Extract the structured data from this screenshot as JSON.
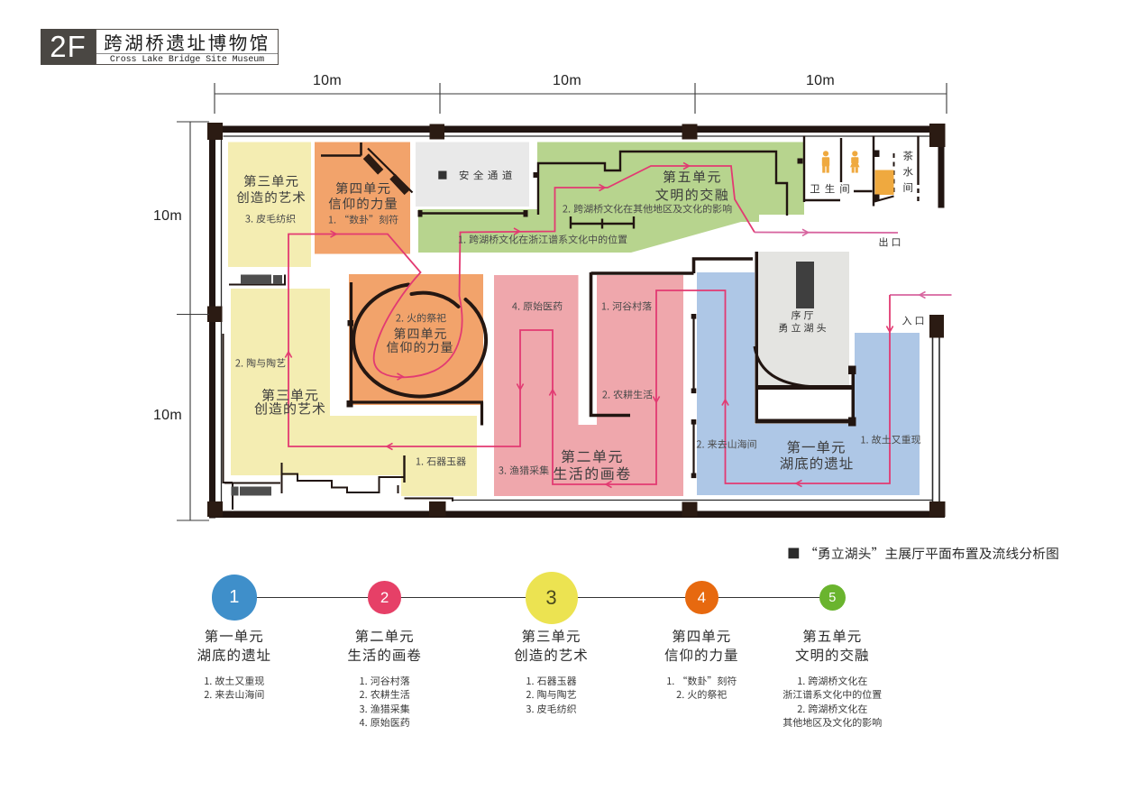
{
  "title_block": {
    "floor_label": "2F",
    "museum_name_zh": "跨湖桥遗址博物馆",
    "museum_name_en": "Cross Lake Bridge Site Museum"
  },
  "scale_bar": {
    "top_segments": [
      "10m",
      "10m",
      "10m"
    ],
    "left_segments": [
      "10m",
      "10m"
    ]
  },
  "plan": {
    "zones": [
      {
        "id": "unit1",
        "number": "1",
        "title": "第一单元",
        "subtitle": "湖底的遗址",
        "color": "#aec7e6",
        "items": [
          "1. 故土又重现",
          "2. 来去山海间"
        ]
      },
      {
        "id": "unit2",
        "number": "2",
        "title": "第二单元",
        "subtitle": "生活的画卷",
        "color": "#efa7ac",
        "items": [
          "1. 河谷村落",
          "2. 农耕生活",
          "3. 渔猎采集",
          "4. 原始医药"
        ]
      },
      {
        "id": "unit3",
        "number": "3",
        "title": "第三单元",
        "subtitle": "创造的艺术",
        "color": "#f4edb2",
        "items": [
          "1. 石器玉器",
          "2. 陶与陶艺",
          "3. 皮毛纺织"
        ]
      },
      {
        "id": "unit4",
        "number": "4",
        "title": "第四单元",
        "subtitle": "信仰的力量",
        "color": "#f2a36b",
        "items": [
          "1. “数卦”刻符",
          "2. 火的祭祀"
        ]
      },
      {
        "id": "unit5",
        "number": "5",
        "title": "第五单元",
        "subtitle": "文明的交融",
        "color": "#b7d48e",
        "items": [
          "1. 跨湖桥文化在浙江谱系文化中的位置",
          "2. 跨湖桥文化在其他地区及文化的影响"
        ]
      }
    ],
    "rooms": {
      "safety_corridor": "■ 安全通道",
      "prologue_hall_line1": "序 厅",
      "prologue_hall_line2": "勇 立 湖 头",
      "restroom": "卫生间",
      "tea_room": "茶水间",
      "exit": "出 口",
      "entrance": "入 口"
    },
    "route_color": "#e23a72"
  },
  "caption": {
    "text": "■ “勇立湖头”主展厅平面布置及流线分析图"
  },
  "legend": {
    "units": [
      {
        "number": "1",
        "color": "#3f8fca",
        "title": "第一单元",
        "subtitle": "湖底的遗址",
        "items": [
          "1. 故土又重现",
          "2. 来去山海间"
        ]
      },
      {
        "number": "2",
        "color": "#e64067",
        "title": "第二单元",
        "subtitle": "生活的画卷",
        "items": [
          "1. 河谷村落",
          "2. 农耕生活",
          "3. 渔猎采集",
          "4. 原始医药"
        ]
      },
      {
        "number": "3",
        "color": "#ece351",
        "title": "第三单元",
        "subtitle": "创造的艺术",
        "items": [
          "1. 石器玉器",
          "2. 陶与陶艺",
          "3. 皮毛纺织"
        ]
      },
      {
        "number": "4",
        "color": "#e7690f",
        "title": "第四单元",
        "subtitle": "信仰的力量",
        "items": [
          "1. “数卦”刻符",
          "2. 火的祭祀"
        ]
      },
      {
        "number": "5",
        "color": "#6ab42e",
        "title": "第五单元",
        "subtitle": "文明的交融",
        "items": [
          "1. 跨湖桥文化在",
          "浙江谱系文化中的位置",
          "2. 跨湖桥文化在",
          "其他地区及文化的影响"
        ]
      }
    ]
  }
}
